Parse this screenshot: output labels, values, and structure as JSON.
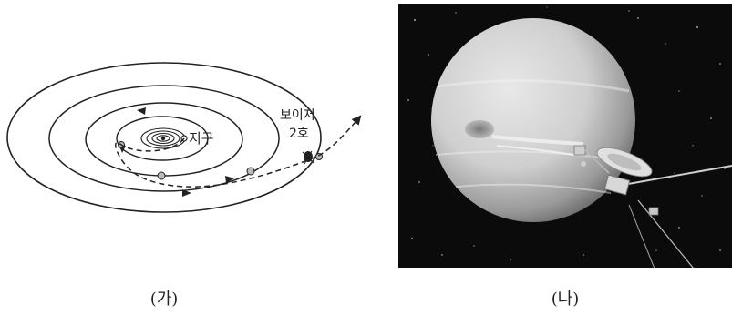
{
  "panel_a": {
    "earth_label": "지구",
    "probe_label_line1": "보이저",
    "probe_label_line2": "2호",
    "caption": "(가)"
  },
  "panel_b": {
    "caption": "(나)"
  },
  "colors": {
    "ink": "#222222",
    "space": "#0b0b0b",
    "planet_light": "#dcdcdc",
    "planet_dark": "#6e6e6e"
  }
}
